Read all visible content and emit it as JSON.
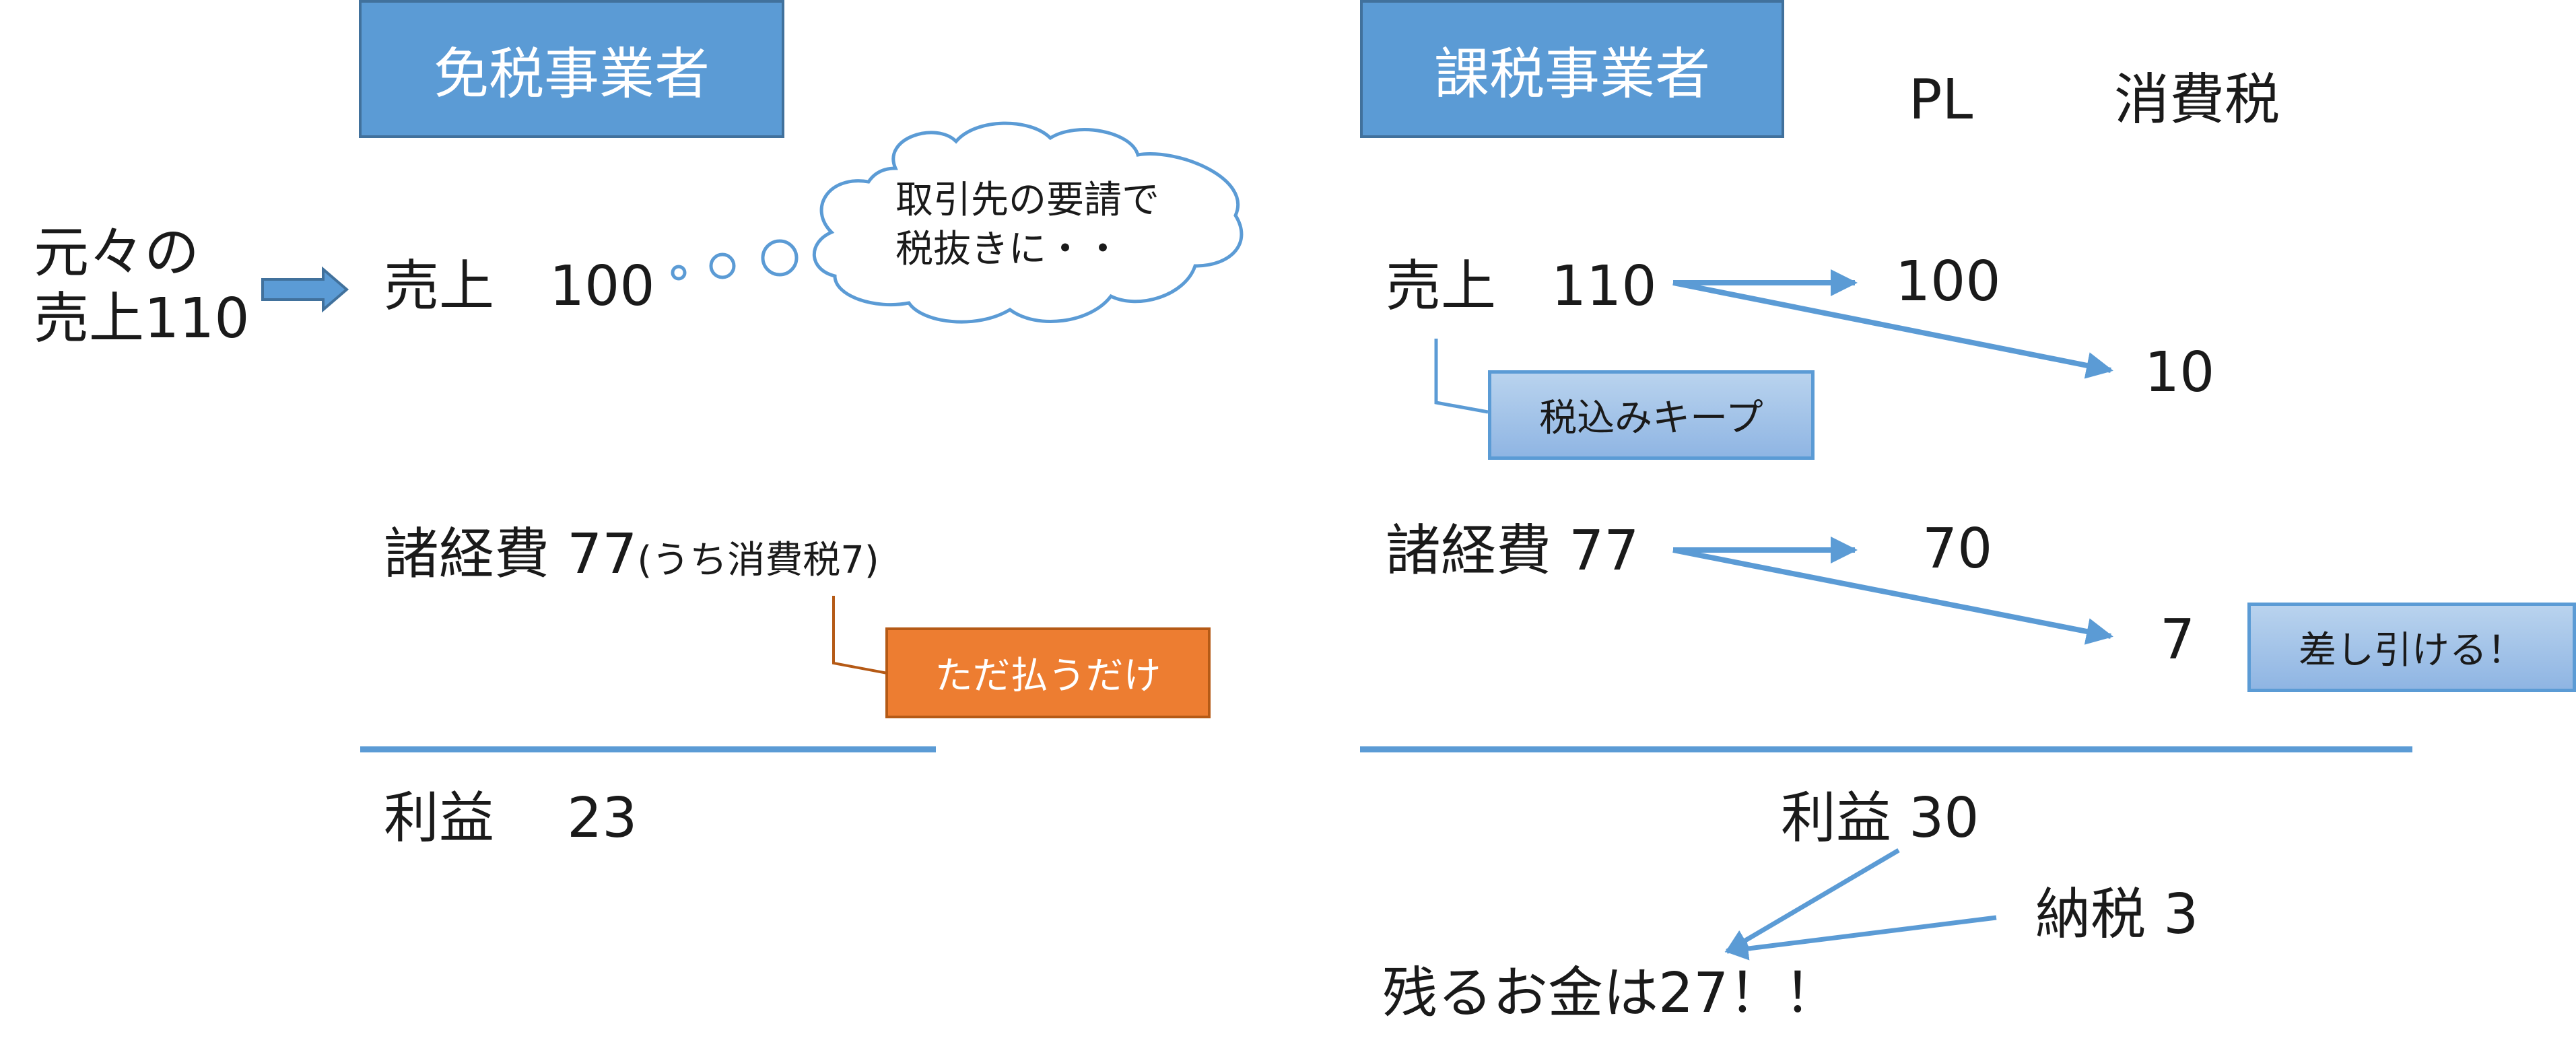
{
  "left": {
    "header": "免税事業者",
    "origin_label_line1": "元々の",
    "origin_label_line2": "売上110",
    "sales": "売上　100",
    "thought": "取引先の要請で\n税抜きに・・",
    "thought_line1": "取引先の要請で",
    "thought_line2": "税抜きに・・",
    "expenses_main": "諸経費  77",
    "expenses_note": "(うち消費税7)",
    "expenses_callout": "ただ払うだけ",
    "profit": "利益　 23"
  },
  "right": {
    "header": "課税事業者",
    "col_pl": "PL",
    "col_tax": "消費税",
    "sales": "売上　110",
    "sales_pl": "100",
    "sales_tax": "10",
    "sales_callout": "税込みキープ",
    "expenses": "諸経費  77",
    "expenses_pl": "70",
    "expenses_tax": "7",
    "expenses_callout": "差し引ける！",
    "profit": "利益  30",
    "tax_payment": "納税 3",
    "remaining": "残るお金は27！！"
  },
  "colors": {
    "blue": "#5b9bd5",
    "blue_dark": "#41719c",
    "orange": "#ed7d31"
  }
}
